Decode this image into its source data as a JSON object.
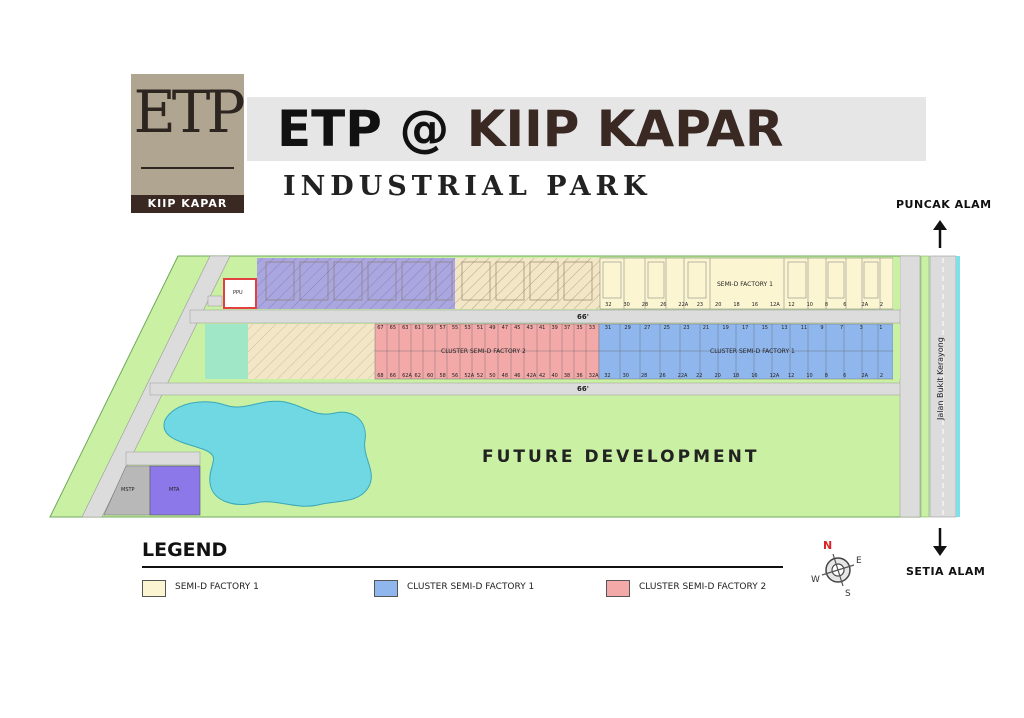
{
  "header": {
    "logo_mark": "ETP",
    "logo_subtitle": "KIIP KAPAR",
    "title_part1": "ETP @",
    "title_part2": "KIIP KAPAR",
    "subtitle": "INDUSTRIAL PARK"
  },
  "directions": {
    "north": "PUNCAK ALAM",
    "south": "SETIA ALAM",
    "road_name": "Jalan Bukit Kerayong",
    "road_width_top": "66'",
    "road_width_bottom": "66'"
  },
  "compass": {
    "n": "N",
    "e": "E",
    "s": "S",
    "w": "W"
  },
  "map": {
    "ppu": "PPU",
    "mstp": "MSTP",
    "mta": "MTA",
    "future_development": "FUTURE DEVELOPMENT",
    "zones": {
      "semi_d_1": "SEMI-D FACTORY 1",
      "cluster_1": "CLUSTER SEMI-D FACTORY 1",
      "cluster_2": "CLUSTER SEMI-D FACTORY 2"
    },
    "lots": {
      "top_row": [
        "32",
        "30",
        "28",
        "26",
        "22A",
        "23",
        "20",
        "18",
        "16",
        "12A",
        "12",
        "10",
        "8",
        "6",
        "2A",
        "2"
      ],
      "mid_upper_red": [
        "67",
        "65",
        "63",
        "61",
        "59",
        "57",
        "55",
        "53",
        "51",
        "49",
        "47",
        "45",
        "43",
        "41",
        "39",
        "37",
        "35",
        "33"
      ],
      "mid_upper_blue": [
        "31",
        "29",
        "27",
        "25",
        "23",
        "21",
        "19",
        "17",
        "15",
        "13",
        "11",
        "9",
        "7",
        "3",
        "1"
      ],
      "mid_lower_red": [
        "68",
        "66",
        "62A",
        "62",
        "60",
        "58",
        "56",
        "52A",
        "52",
        "50",
        "48",
        "46",
        "42A",
        "42",
        "40",
        "38",
        "36",
        "32A"
      ],
      "mid_lower_blue": [
        "32",
        "30",
        "28",
        "26",
        "22A",
        "22",
        "20",
        "18",
        "16",
        "12A",
        "12",
        "10",
        "8",
        "6",
        "2A",
        "2"
      ]
    }
  },
  "legend": {
    "title": "LEGEND",
    "items": [
      {
        "label": "SEMI-D FACTORY 1",
        "color": "#fbf5d2"
      },
      {
        "label": "CLUSTER SEMI-D FACTORY 1",
        "color": "#8fb7ee"
      },
      {
        "label": "CLUSTER SEMI-D FACTORY 2",
        "color": "#f4a9a9"
      }
    ]
  },
  "colors": {
    "green": "#c9f0a3",
    "road": "#dcdcdc",
    "water": "#7ee0e8",
    "lake": "#6fd8e3",
    "purple_zone": "#a9a6e0",
    "beige_zone": "#f2e6c6",
    "mta": "#8c78e8",
    "ppu_border": "#e04040",
    "title_brown": "#3a2823"
  }
}
